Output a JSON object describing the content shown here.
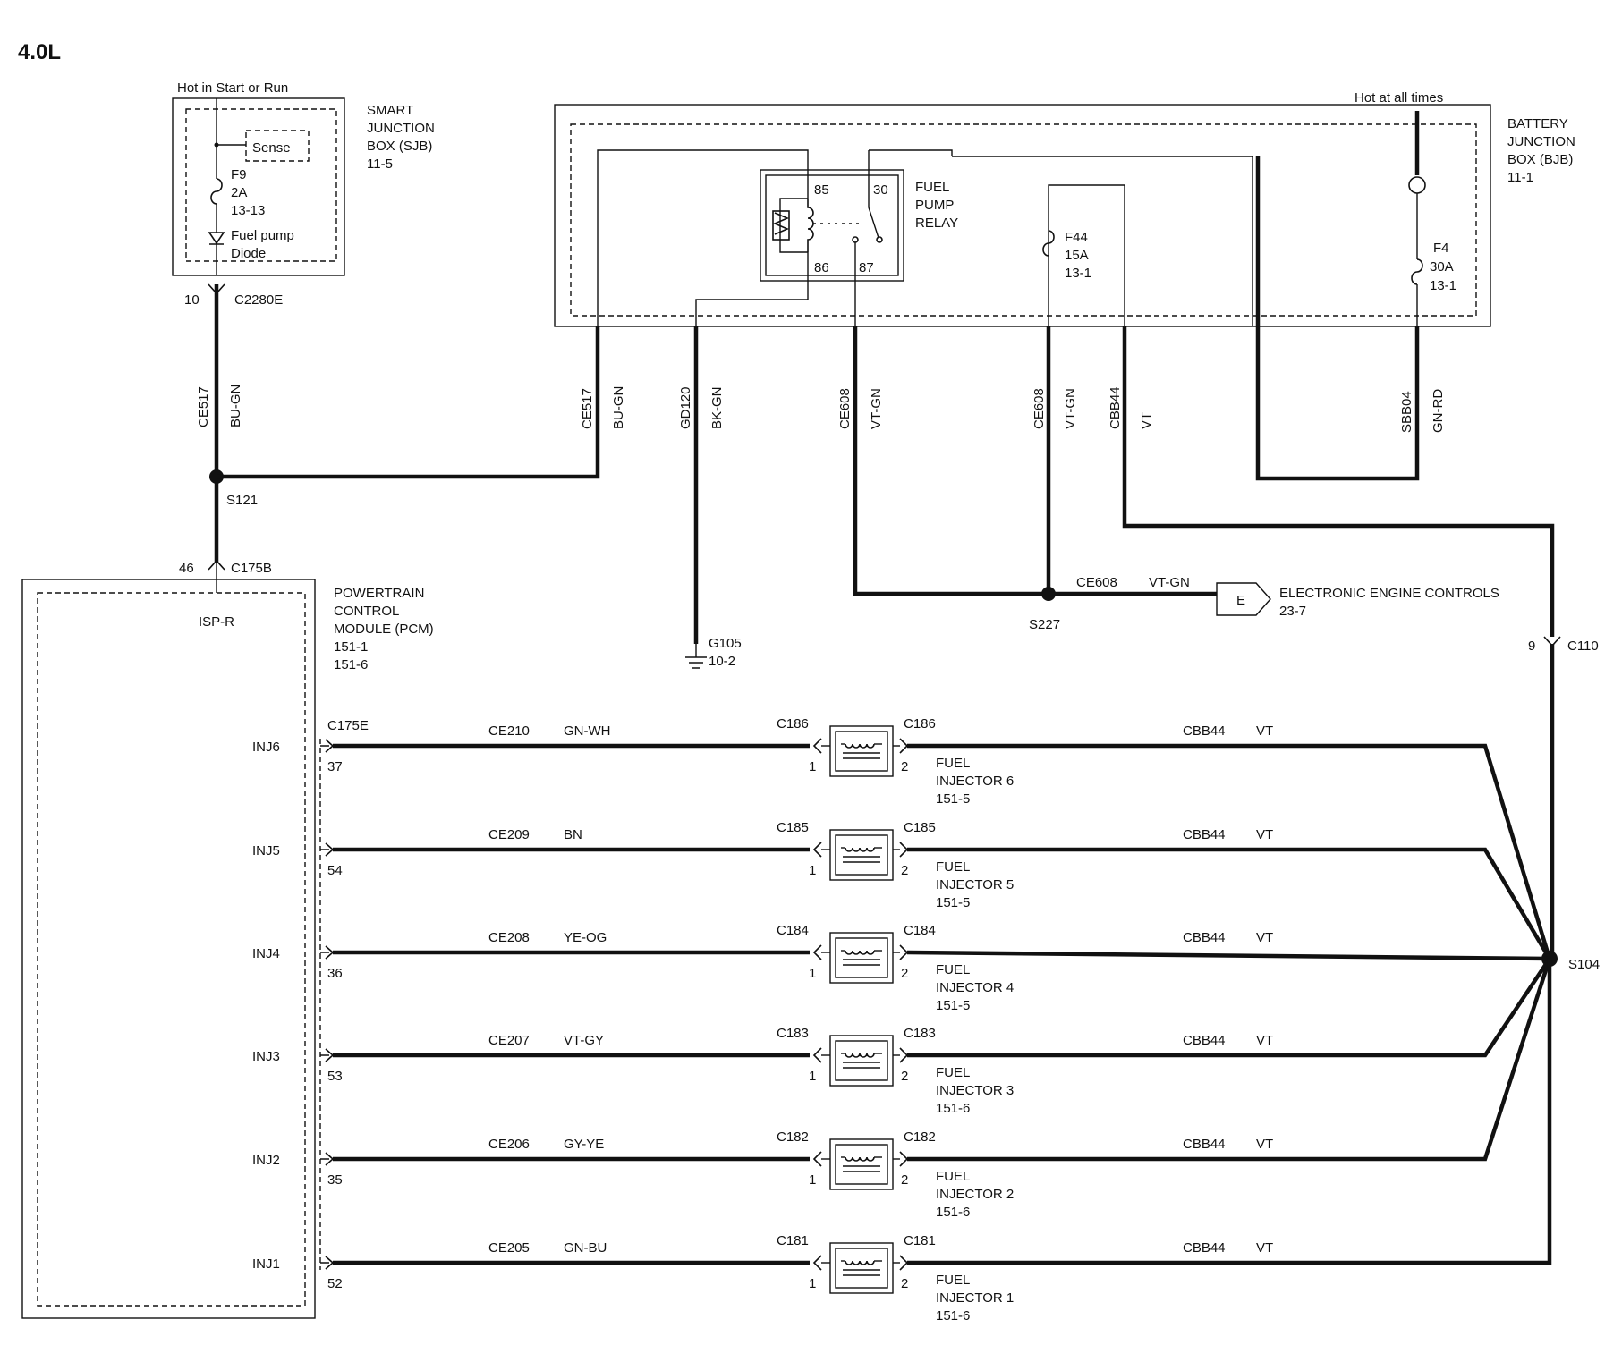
{
  "title": "4.0L",
  "sjb": {
    "label": [
      "SMART",
      "JUNCTION",
      "BOX (SJB)",
      "11-5"
    ],
    "hot": "Hot in Start or Run",
    "sense": "Sense",
    "fuse": [
      "F9",
      "2A",
      "13-13"
    ],
    "diode": [
      "Fuel pump",
      "Diode"
    ],
    "pin": "10",
    "connector": "C2280E"
  },
  "bjb": {
    "label": [
      "BATTERY",
      "JUNCTION",
      "BOX (BJB)",
      "11-1"
    ],
    "hot": "Hot at all times",
    "f44": [
      "F44",
      "15A",
      "13-1"
    ],
    "f4": [
      "F4",
      "30A",
      "13-1"
    ]
  },
  "relay": {
    "label": [
      "FUEL",
      "PUMP",
      "RELAY"
    ],
    "pins": [
      "85",
      "30",
      "86",
      "87"
    ]
  },
  "wires": {
    "w1": [
      "CE517",
      "BU-GN"
    ],
    "w2": [
      "CE517",
      "BU-GN"
    ],
    "w3": [
      "GD120",
      "BK-GN"
    ],
    "w4": [
      "CE608",
      "VT-GN"
    ],
    "w5": [
      "CE608",
      "VT-GN"
    ],
    "w6": [
      "CBB44",
      "VT"
    ],
    "w7": [
      "SBB04",
      "GN-RD"
    ],
    "w8": [
      "CE608",
      "VT-GN"
    ]
  },
  "splices": {
    "s121": "S121",
    "s227": "S227",
    "s104": "S104"
  },
  "ground": [
    "G105",
    "10-2"
  ],
  "eec": {
    "letter": "E",
    "label": "ELECTRONIC ENGINE CONTROLS",
    "ref": "23-7"
  },
  "c110": {
    "pin": "9",
    "name": "C110"
  },
  "pcm": {
    "label": [
      "POWERTRAIN",
      "CONTROL",
      "MODULE (PCM)",
      "151-1",
      "151-6"
    ],
    "pin": "46",
    "connector": "C175B",
    "pin_name": "ISP-R",
    "connector_e": "C175E"
  },
  "injectors": [
    {
      "inj": "INJ6",
      "pin": "37",
      "wire": "CE210",
      "color": "GN-WH",
      "conn": "C186",
      "name": "FUEL",
      "name2": "INJECTOR 6",
      "ref": "151-5",
      "vwire": "CBB44",
      "vcolor": "VT",
      "p1": "1",
      "p2": "2"
    },
    {
      "inj": "INJ5",
      "pin": "54",
      "wire": "CE209",
      "color": "BN",
      "conn": "C185",
      "name": "FUEL",
      "name2": "INJECTOR 5",
      "ref": "151-5",
      "vwire": "CBB44",
      "vcolor": "VT",
      "p1": "1",
      "p2": "2"
    },
    {
      "inj": "INJ4",
      "pin": "36",
      "wire": "CE208",
      "color": "YE-OG",
      "conn": "C184",
      "name": "FUEL",
      "name2": "INJECTOR 4",
      "ref": "151-5",
      "vwire": "CBB44",
      "vcolor": "VT",
      "p1": "1",
      "p2": "2"
    },
    {
      "inj": "INJ3",
      "pin": "53",
      "wire": "CE207",
      "color": "VT-GY",
      "conn": "C183",
      "name": "FUEL",
      "name2": "INJECTOR 3",
      "ref": "151-6",
      "vwire": "CBB44",
      "vcolor": "VT",
      "p1": "1",
      "p2": "2"
    },
    {
      "inj": "INJ2",
      "pin": "35",
      "wire": "CE206",
      "color": "GY-YE",
      "conn": "C182",
      "name": "FUEL",
      "name2": "INJECTOR 2",
      "ref": "151-6",
      "vwire": "CBB44",
      "vcolor": "VT",
      "p1": "1",
      "p2": "2"
    },
    {
      "inj": "INJ1",
      "pin": "52",
      "wire": "CE205",
      "color": "GN-BU",
      "conn": "C181",
      "name": "FUEL",
      "name2": "INJECTOR 1",
      "ref": "151-6",
      "vwire": "CBB44",
      "vcolor": "VT",
      "p1": "1",
      "p2": "2"
    }
  ]
}
